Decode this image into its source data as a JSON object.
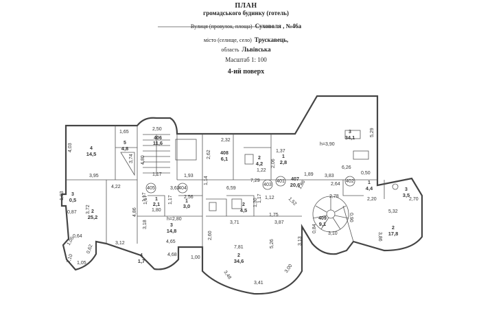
{
  "header": {
    "title": "ПЛАН",
    "subtitle": "громадського будинку (готель)",
    "street_label": "Вулиця  (провулок, площа)",
    "street_value": "Суховоля , №46а",
    "city_label": "місто (селище, село)",
    "city_value": "Трускавець,",
    "region_label": "область",
    "region_value": "Львівська",
    "scale": "Масштаб 1: 100",
    "floor": "4-ий поверх"
  },
  "rooms": [
    {
      "num": "4",
      "area": "14,5"
    },
    {
      "num": "5",
      "area": "4,8"
    },
    {
      "num": "406",
      "area": "11,6"
    },
    {
      "num": "408",
      "area": "6,1"
    },
    {
      "num": "2",
      "area": "4,2"
    },
    {
      "num": "1",
      "area": "2,8"
    },
    {
      "num": "3",
      "area": "34,1"
    },
    {
      "num": "407",
      "area": "20,6"
    },
    {
      "num": "1",
      "area": "4,4"
    },
    {
      "num": "3",
      "area": "3,5"
    },
    {
      "num": "2",
      "area": "25,2"
    },
    {
      "num": "1",
      "area": "2,1"
    },
    {
      "num": "1",
      "area": "3,0"
    },
    {
      "num": "2",
      "area": "4,5"
    },
    {
      "num": "3",
      "area": "14,8"
    },
    {
      "num": "2",
      "area": "34,6"
    },
    {
      "num": "409",
      "area": "9,1"
    },
    {
      "num": "2",
      "area": "17,8"
    },
    {
      "num": "4",
      "area": "1,7"
    },
    {
      "num": "3",
      "area": "0,5"
    }
  ],
  "room_markers": [
    "405",
    "404",
    "403",
    "401",
    "402"
  ],
  "ceiling_heights": [
    "h=3,90",
    "h=2,80"
  ],
  "dimensions": [
    "4,03",
    "1,65",
    "2,50",
    "3,74",
    "4,80",
    "3,95",
    "4,22",
    "2,32",
    "2,62",
    "1,93",
    "1,37",
    "2,06",
    "1,22",
    "1,14",
    "6,59",
    "7,29",
    "3,62",
    "5,29",
    "6,26",
    "3,83",
    "2,64",
    "1,17",
    "1,80",
    "2,20",
    "1,86",
    "5,32",
    "2,70",
    "1,83",
    "0,87",
    "3,72",
    "0,64",
    "1,05",
    "1,10",
    "1,05",
    "0,62",
    "3,12",
    "4,86",
    "1,17",
    "1,17",
    "2,56",
    "3,18",
    "4,65",
    "4,68",
    "1,00",
    "2,60",
    "3,71",
    "3,87",
    "7,81",
    "5,26",
    "3,13",
    "3,48",
    "3,00",
    "3,41",
    "1,12",
    "1,75",
    "1,52",
    "0,84",
    "0,90",
    "3,10",
    "3,86",
    "2,78",
    "0,50",
    "1,89",
    "1,30",
    "1,17",
    "1,17"
  ]
}
